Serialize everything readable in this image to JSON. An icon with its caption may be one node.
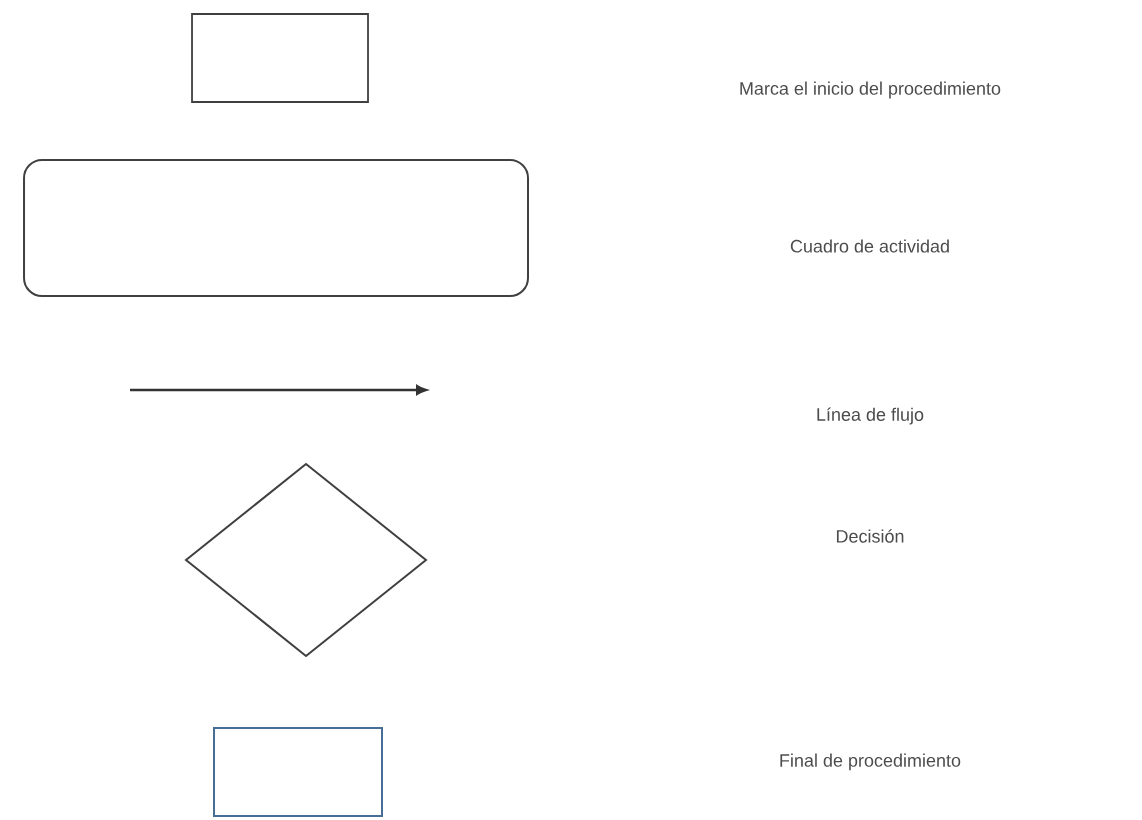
{
  "diagram": {
    "legend": [
      {
        "text": "Marca el inicio del procedimiento"
      },
      {
        "text": "Cuadro de actividad"
      },
      {
        "text": "Línea de flujo"
      },
      {
        "text": "Decisión"
      },
      {
        "text": "Final de procedimiento"
      }
    ]
  }
}
